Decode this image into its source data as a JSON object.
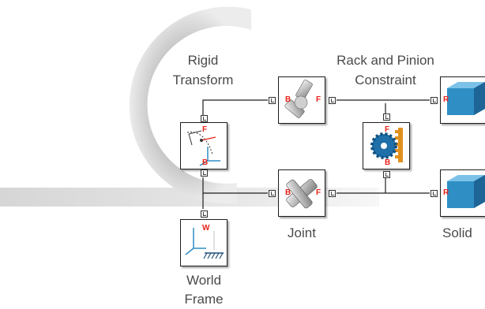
{
  "blocks": {
    "rigid_transform": {
      "label_line1": "Rigid",
      "label_line2": "Transform",
      "port_b": "B",
      "port_f": "F"
    },
    "rack_pinion": {
      "label_line1": "Rack and Pinion",
      "label_line2": "Constraint",
      "port_b": "B",
      "port_f": "F"
    },
    "joint": {
      "label": "Joint",
      "port_b": "B",
      "port_f": "F"
    },
    "solid": {
      "label": "Solid",
      "port_r": "R"
    },
    "world_frame": {
      "label_line1": "World",
      "label_line2": "Frame",
      "port_w": "W"
    },
    "top_revolute": {
      "port_b": "B",
      "port_f": "F"
    },
    "top_solid": {
      "port_r": "R"
    }
  },
  "colors": {
    "line": "#1e1e1e",
    "label": "#4a4a4a",
    "port_letter": "#e8221a",
    "solid_blue": "#2f8fc4",
    "gear_blue": "#1f6fa8",
    "rack_orange": "#e0901e"
  }
}
